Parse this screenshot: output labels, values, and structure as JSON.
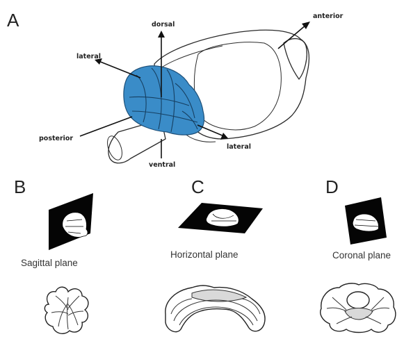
{
  "panels": {
    "a": {
      "letter": "A"
    },
    "b": {
      "letter": "B",
      "plane_label": "Sagittal plane"
    },
    "c": {
      "letter": "C",
      "plane_label": "Horizontal plane"
    },
    "d": {
      "letter": "D",
      "plane_label": "Coronal plane"
    }
  },
  "axes": {
    "dorsal": "dorsal",
    "anterior": "anterior",
    "lateral_top": "lateral",
    "posterior": "posterior",
    "ventral": "ventral",
    "lateral_bottom": "lateral"
  },
  "colors": {
    "cerebellum_highlight": "#3a8cc8",
    "outline": "#2a2a2a",
    "plane_fill": "#050505"
  }
}
